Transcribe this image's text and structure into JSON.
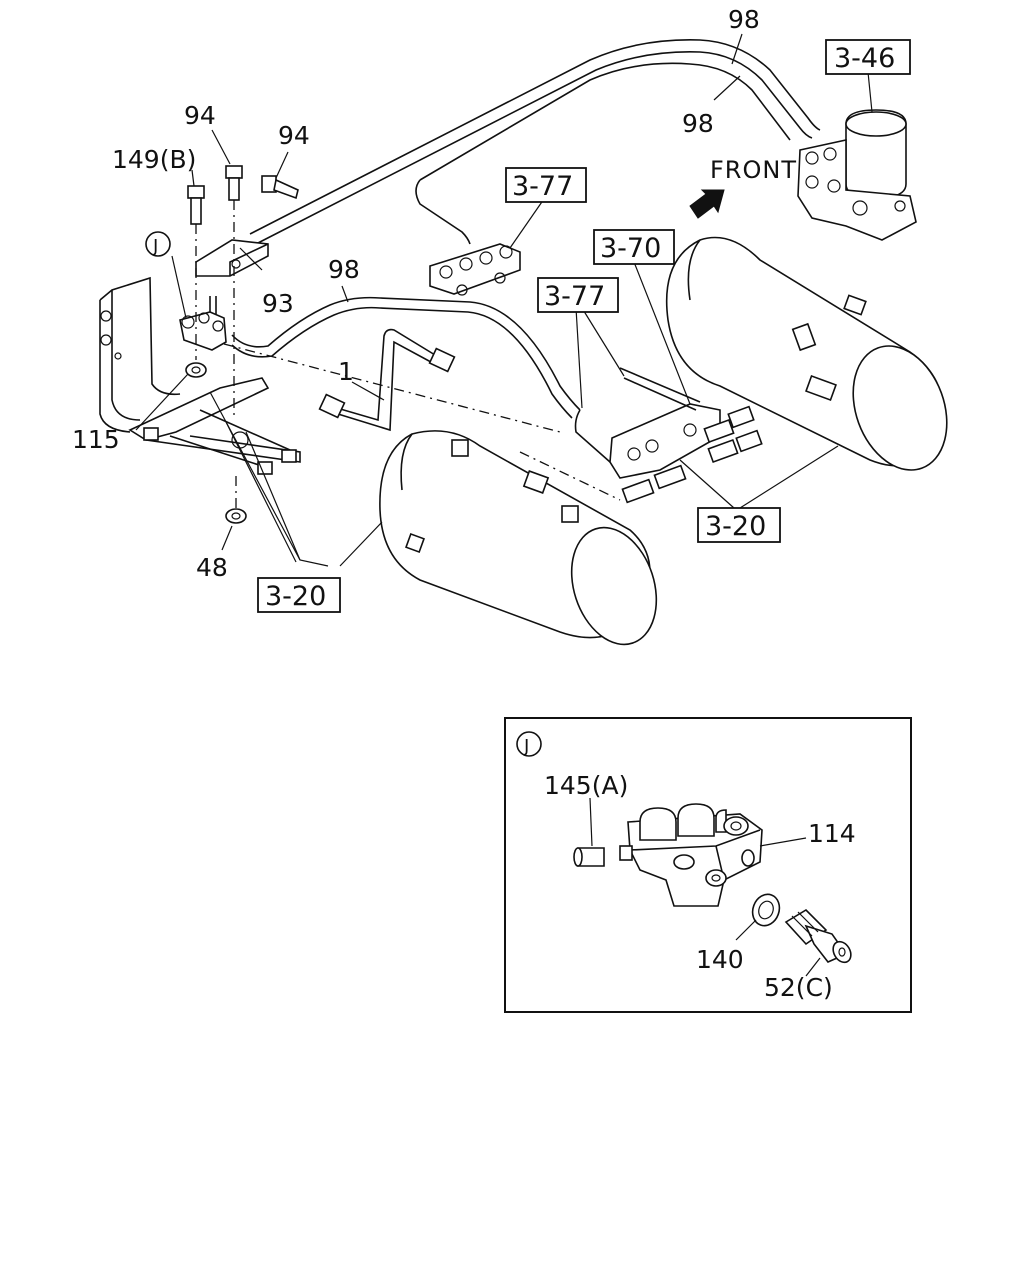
{
  "labels": {
    "p98_top": "98",
    "p98_mid": "98",
    "p98_left": "98",
    "p94_a": "94",
    "p94_b": "94",
    "p149b": "149(B)",
    "p93": "93",
    "p115": "115",
    "p1": "1",
    "p48": "48",
    "front": "FRONT",
    "j_callout": "J",
    "ref_346": "3-46",
    "ref_377a": "3-77",
    "ref_377b": "3-77",
    "ref_370": "3-70",
    "ref_320a": "3-20",
    "ref_320b": "3-20"
  },
  "detail": {
    "callout": "J",
    "p145a": "145(A)",
    "p114": "114",
    "p140": "140",
    "p52c": "52(C)"
  }
}
